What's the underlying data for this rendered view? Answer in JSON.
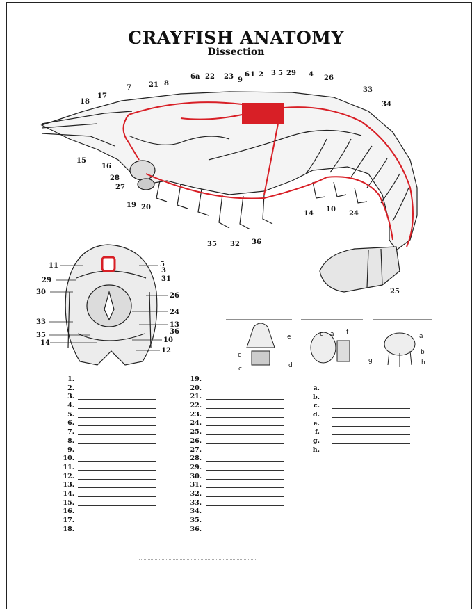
{
  "title": "CRAYFISH ANATOMY",
  "subtitle": "Dissection",
  "side_view_labels": [
    "18",
    "17",
    "7",
    "21",
    "8",
    "6a",
    "22",
    "23",
    "9",
    "6",
    "1",
    "2",
    "3",
    "5",
    "29",
    "4",
    "26",
    "33",
    "34",
    "15",
    "16",
    "28",
    "27",
    "19",
    "20",
    "35",
    "32",
    "36",
    "14",
    "10",
    "24",
    "25"
  ],
  "cross_section_labels": [
    "11",
    "5",
    "3",
    "31",
    "29",
    "30",
    "26",
    "24",
    "33",
    "13",
    "36",
    "10",
    "35",
    "14",
    "12"
  ],
  "detail_labels": [
    "e",
    "c",
    "d",
    "c",
    "c",
    "a",
    "f",
    "a",
    "b",
    "g",
    "h"
  ],
  "answer_columns": {
    "col1": [
      "1.",
      "2.",
      "3.",
      "4.",
      "5.",
      "6.",
      "7.",
      "8.",
      "9.",
      "10.",
      "11.",
      "12.",
      "13.",
      "14.",
      "15.",
      "16.",
      "17.",
      "18."
    ],
    "col2": [
      "19.",
      "20.",
      "21.",
      "22.",
      "23.",
      "24.",
      "25.",
      "26.",
      "27.",
      "28.",
      "29.",
      "30.",
      "31.",
      "32.",
      "33.",
      "34.",
      "35.",
      "36."
    ],
    "col3": [
      "a.",
      "b.",
      "c.",
      "d.",
      "e.",
      "f.",
      "g.",
      "h."
    ]
  },
  "colors": {
    "accent": "#d81f26",
    "ink": "#111111"
  }
}
